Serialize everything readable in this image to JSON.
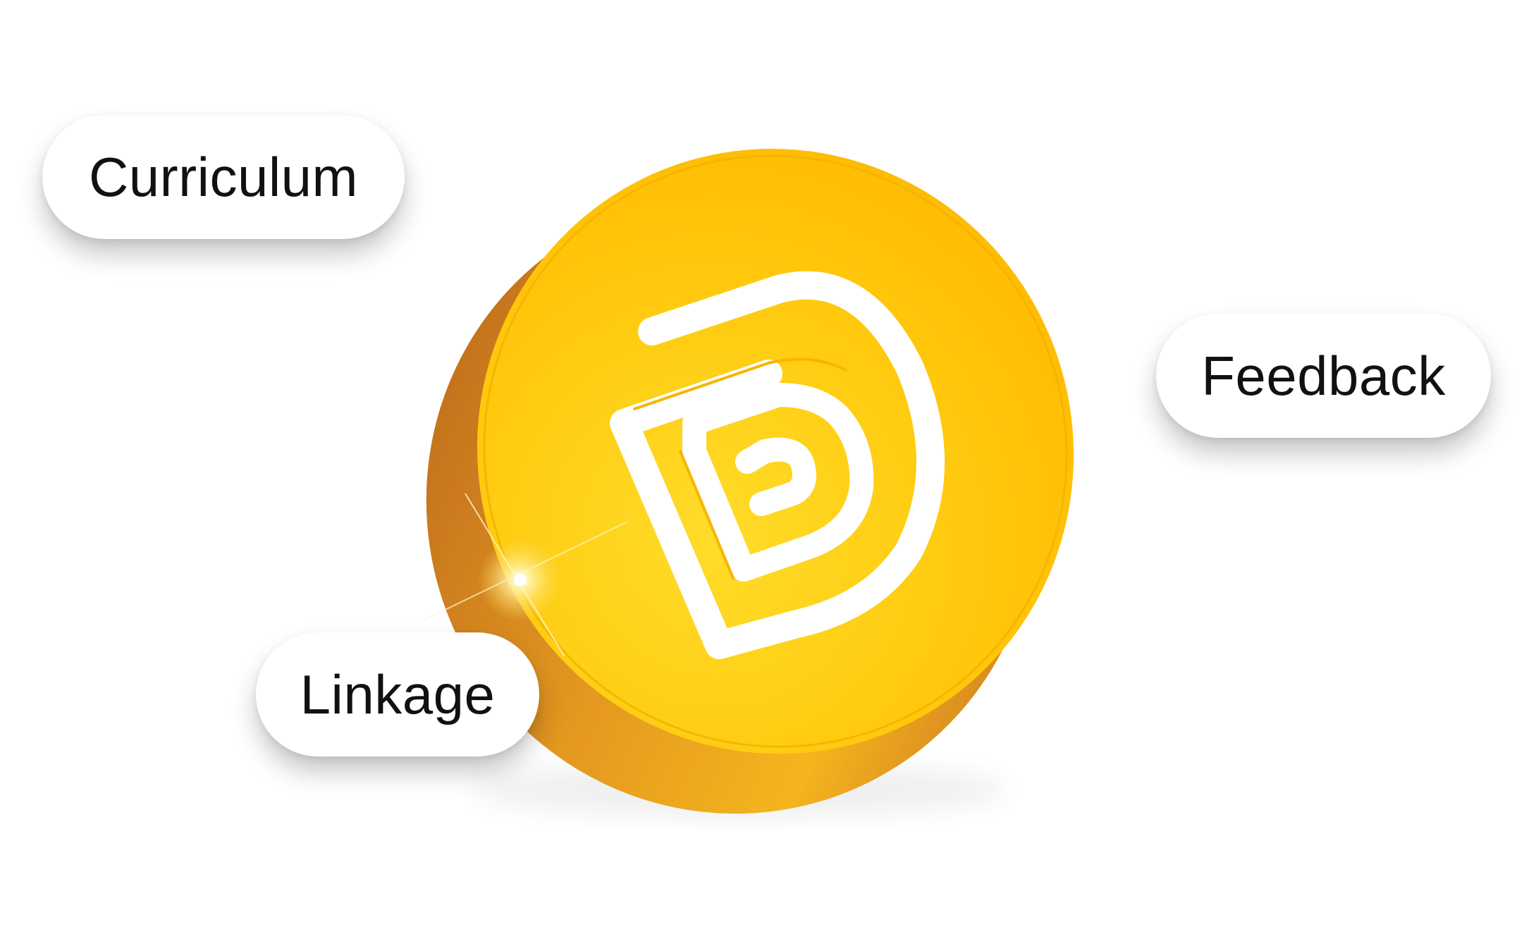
{
  "tags": [
    {
      "id": "curriculum",
      "label": "Curriculum"
    },
    {
      "id": "feedback",
      "label": "Feedback"
    },
    {
      "id": "linkage",
      "label": "Linkage"
    }
  ],
  "coin": {
    "icon": "d-logo-icon",
    "colors": {
      "face": "#FFC400",
      "face_highlight": "#FFD93A",
      "rim_dark": "#C56A1E",
      "rim_mid": "#E89A22",
      "glyph": "#FFFFFF",
      "sparkle": "#FFF6C8"
    }
  }
}
